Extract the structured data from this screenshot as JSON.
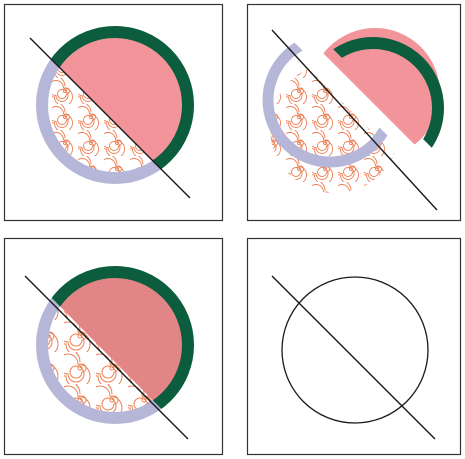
{
  "figure": {
    "panels": [
      {
        "id": "panel-1",
        "state": "combined-shape"
      },
      {
        "id": "panel-2",
        "state": "divided-pieces-separated"
      },
      {
        "id": "panel-3",
        "state": "divided-pieces-rejoined"
      },
      {
        "id": "panel-4",
        "state": "outline-circle-and-cut-line"
      }
    ]
  },
  "colors": {
    "fill_pink": "#f2949a",
    "fill_pink_dark": "#e28587",
    "stroke_green": "#0c5c3e",
    "stroke_lavender": "#b6b7d8",
    "swirl_orange": "#ee7d52",
    "outline": "#1a1a1a",
    "frame": "#333333"
  }
}
